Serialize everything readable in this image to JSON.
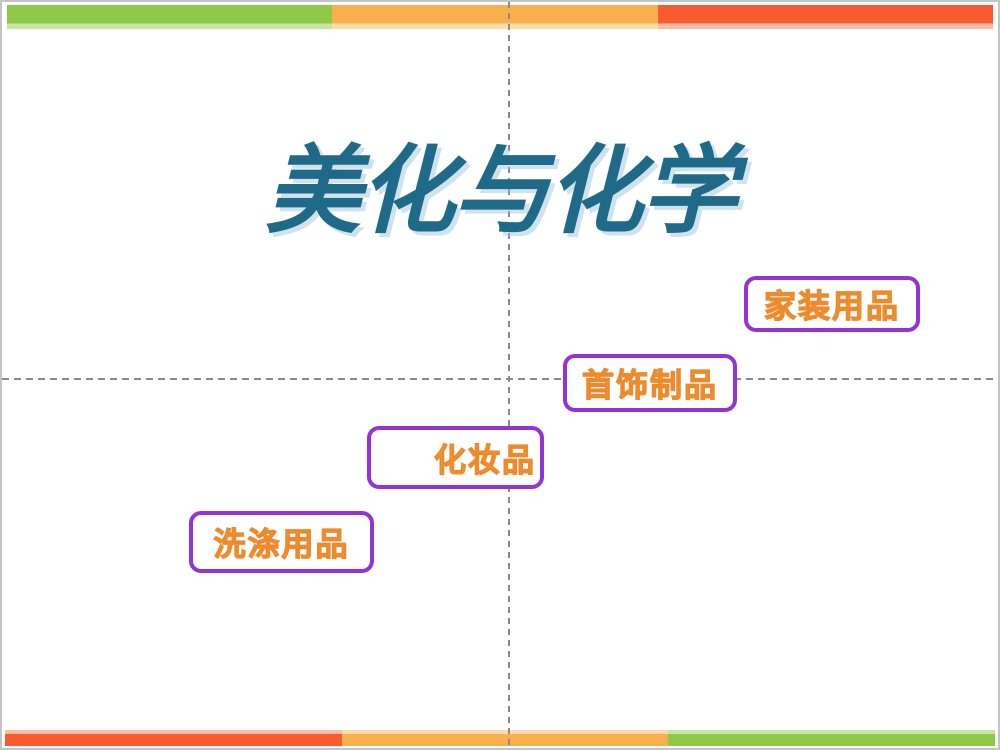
{
  "slide": {
    "title": {
      "text": "美化与化学",
      "color": "#1f6a89"
    },
    "category_boxes": [
      {
        "label": "洗涤用品"
      },
      {
        "label": "化妆品"
      },
      {
        "label": "首饰制品"
      },
      {
        "label": "家装用品"
      }
    ],
    "colors": {
      "box_border_purple": "#9333d6",
      "box_text_orange": "#ed8a2c",
      "bar_green": "#8fc94a",
      "bar_orange": "#f9af4b",
      "bar_red": "#f95b30",
      "gridline_gray": "#8a8a8a",
      "slide_border_gray": "#c4c4c4"
    }
  }
}
